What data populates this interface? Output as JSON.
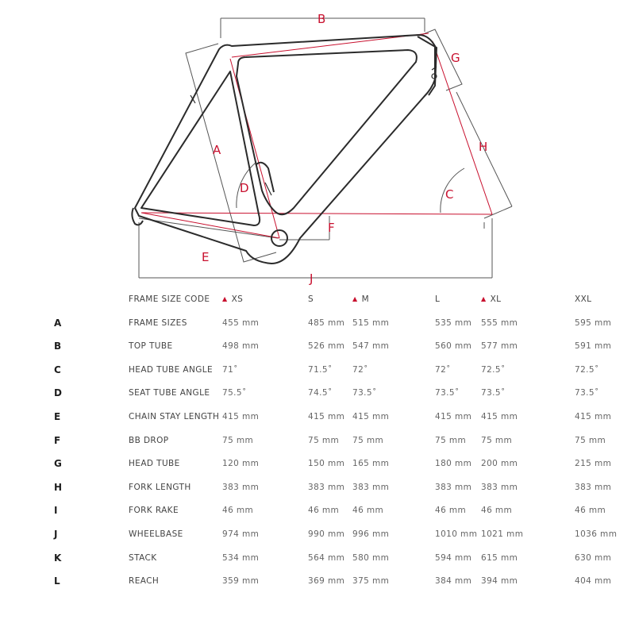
{
  "diagram": {
    "labels": [
      "A",
      "B",
      "C",
      "D",
      "E",
      "F",
      "G",
      "H",
      "J"
    ]
  },
  "colors": {
    "accent": "#c8102e",
    "frame": "#2b2b2b",
    "guide": "#555555"
  },
  "table": {
    "header": {
      "label": "FRAME SIZE CODE",
      "sizes": [
        {
          "name": "XS",
          "marked": true
        },
        {
          "name": "S",
          "marked": false
        },
        {
          "name": "M",
          "marked": true
        },
        {
          "name": "L",
          "marked": false
        },
        {
          "name": "XL",
          "marked": true
        },
        {
          "name": "XXL",
          "marked": false
        }
      ]
    },
    "rows": [
      {
        "key": "A",
        "name": "FRAME SIZES",
        "values": [
          "455 mm",
          "485 mm",
          "515 mm",
          "535 mm",
          "555 mm",
          "595 mm"
        ]
      },
      {
        "key": "B",
        "name": "TOP TUBE",
        "values": [
          "498 mm",
          "526 mm",
          "547 mm",
          "560 mm",
          "577 mm",
          "591 mm"
        ]
      },
      {
        "key": "C",
        "name": "HEAD TUBE ANGLE",
        "values": [
          "71˚",
          "71.5˚",
          "72˚",
          "72˚",
          "72.5˚",
          "72.5˚"
        ]
      },
      {
        "key": "D",
        "name": "SEAT TUBE ANGLE",
        "values": [
          "75.5˚",
          "74.5˚",
          "73.5˚",
          "73.5˚",
          "73.5˚",
          "73.5˚"
        ]
      },
      {
        "key": "E",
        "name": "CHAIN STAY LENGTH",
        "values": [
          "415 mm",
          "415 mm",
          "415 mm",
          "415 mm",
          "415 mm",
          "415 mm"
        ]
      },
      {
        "key": "F",
        "name": "BB DROP",
        "values": [
          "75 mm",
          "75 mm",
          "75 mm",
          "75 mm",
          "75 mm",
          "75 mm"
        ]
      },
      {
        "key": "G",
        "name": "HEAD TUBE",
        "values": [
          "120 mm",
          "150 mm",
          "165 mm",
          "180 mm",
          "200 mm",
          "215 mm"
        ]
      },
      {
        "key": "H",
        "name": "FORK LENGTH",
        "values": [
          "383 mm",
          "383 mm",
          "383 mm",
          "383 mm",
          "383 mm",
          "383 mm"
        ]
      },
      {
        "key": "I",
        "name": "FORK RAKE",
        "values": [
          "46 mm",
          "46 mm",
          "46 mm",
          "46 mm",
          "46 mm",
          "46 mm"
        ]
      },
      {
        "key": "J",
        "name": "WHEELBASE",
        "values": [
          "974 mm",
          "990 mm",
          "996 mm",
          "1010 mm",
          "1021 mm",
          "1036 mm"
        ]
      },
      {
        "key": "K",
        "name": "STACK",
        "values": [
          "534 mm",
          "564 mm",
          "580 mm",
          "594 mm",
          "615 mm",
          "630 mm"
        ]
      },
      {
        "key": "L",
        "name": "REACH",
        "values": [
          "359 mm",
          "369 mm",
          "375 mm",
          "384 mm",
          "394 mm",
          "404 mm"
        ]
      }
    ]
  }
}
